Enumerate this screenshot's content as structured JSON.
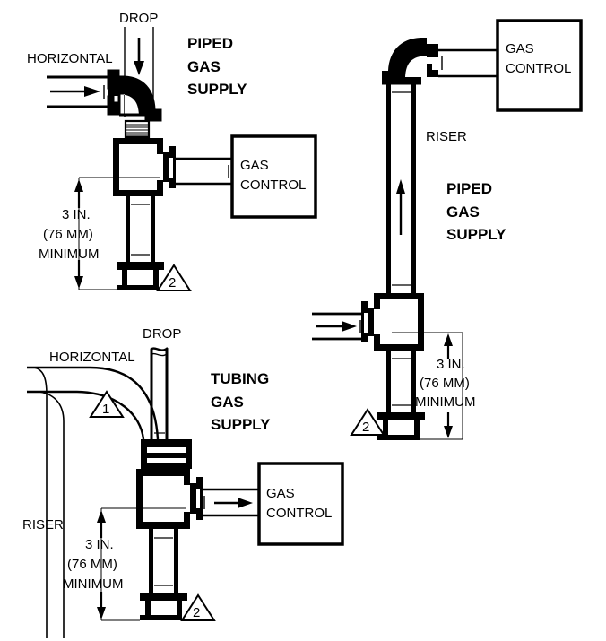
{
  "figure": {
    "background": "#ffffff",
    "line_color": "#000000",
    "title": "",
    "diagrams": [
      {
        "id": "piped-gas-supply-drop",
        "heading_lines": [
          "PIPED",
          "GAS",
          "SUPPLY"
        ],
        "labels": {
          "drop": "DROP",
          "horizontal": "HORIZONTAL",
          "gas_control_line1": "GAS",
          "gas_control_line2": "CONTROL"
        },
        "dimension": {
          "line1": "3 IN.",
          "line2": "(76 MM)",
          "line3": "MINIMUM"
        },
        "callouts": [
          "2"
        ]
      },
      {
        "id": "piped-gas-supply-riser",
        "heading_lines": [
          "PIPED",
          "GAS",
          "SUPPLY"
        ],
        "labels": {
          "riser": "RISER",
          "gas_control_line1": "GAS",
          "gas_control_line2": "CONTROL"
        },
        "dimension": {
          "line1": "3 IN.",
          "line2": "(76 MM)",
          "line3": "MINIMUM"
        },
        "callouts": [
          "2"
        ]
      },
      {
        "id": "tubing-gas-supply",
        "heading_lines": [
          "TUBING",
          "GAS",
          "SUPPLY"
        ],
        "labels": {
          "drop": "DROP",
          "horizontal": "HORIZONTAL",
          "riser": "RISER",
          "gas_control_line1": "GAS",
          "gas_control_line2": "CONTROL"
        },
        "dimension": {
          "line1": "3 IN.",
          "line2": "(76 MM)",
          "line3": "MINIMUM"
        },
        "callouts": [
          "1",
          "2"
        ]
      }
    ]
  }
}
